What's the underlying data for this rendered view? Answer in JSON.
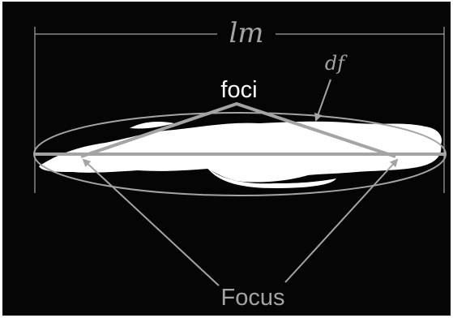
{
  "labels": {
    "major_axis": "lm",
    "focal_distance": "df",
    "foci": "foci",
    "focus": "Focus"
  },
  "colors": {
    "background": "#050505",
    "line": "#a4a4a4",
    "shape": "#ffffff",
    "frame": "#ffffff"
  }
}
